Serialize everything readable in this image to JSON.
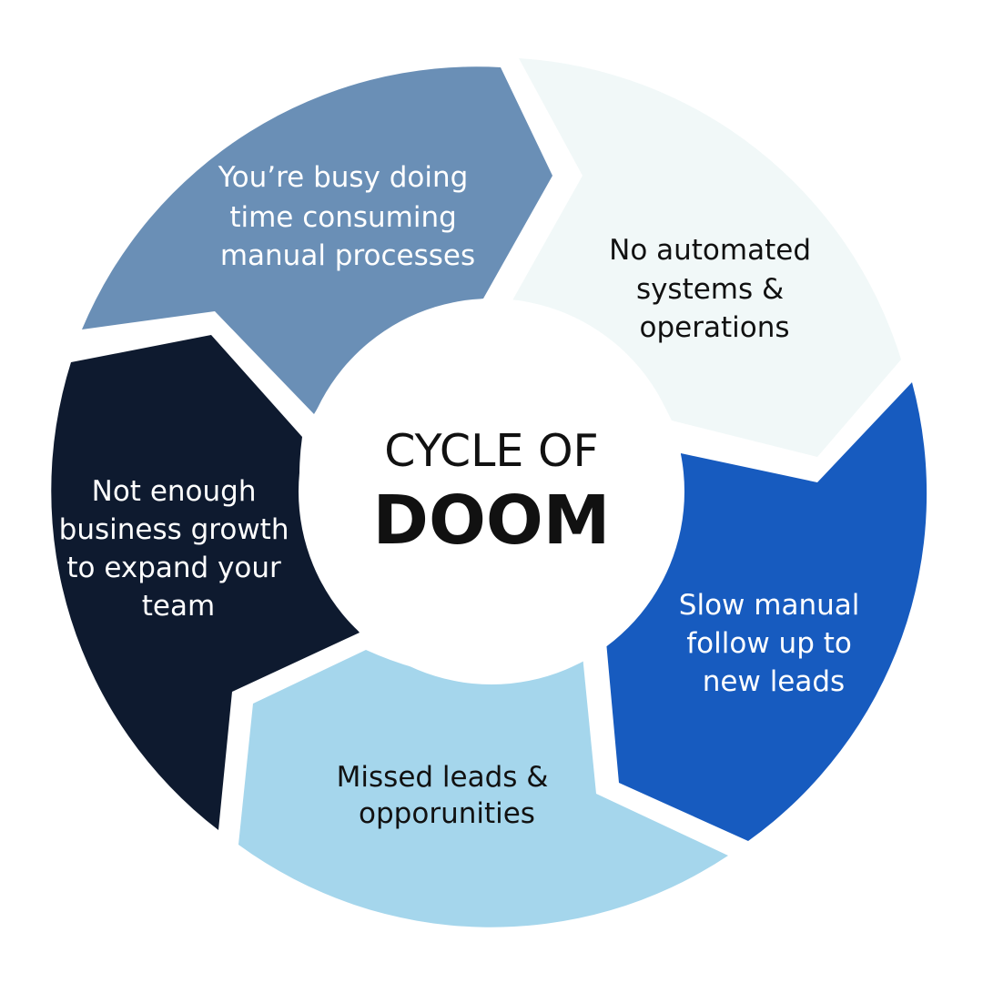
{
  "title": {
    "line1": "CYCLE OF",
    "line2": "DOOM"
  },
  "segments": [
    {
      "id": "busy",
      "lines": [
        "You’re busy doing",
        "time consuming",
        "manual processes"
      ],
      "fill": "#6a8fb6",
      "text_color": "#ffffff"
    },
    {
      "id": "no-automation",
      "lines": [
        "No automated",
        "systems &",
        "operations"
      ],
      "fill": "#f1f8f8",
      "text_color": "#111111"
    },
    {
      "id": "slow-follow-up",
      "lines": [
        "Slow manual",
        "follow up to",
        "new leads"
      ],
      "fill": "#175bbf",
      "text_color": "#ffffff"
    },
    {
      "id": "missed-leads",
      "lines": [
        "Missed leads &",
        "opporunities"
      ],
      "fill": "#a5d6ec",
      "text_color": "#111111"
    },
    {
      "id": "not-enough-growth",
      "lines": [
        "Not enough",
        "business growth",
        "to expand your",
        "team"
      ],
      "fill": "#0e1a2f",
      "text_color": "#ffffff"
    }
  ],
  "colors": {
    "background": "#ffffff",
    "center": "#ffffff",
    "title_text": "#111111"
  }
}
